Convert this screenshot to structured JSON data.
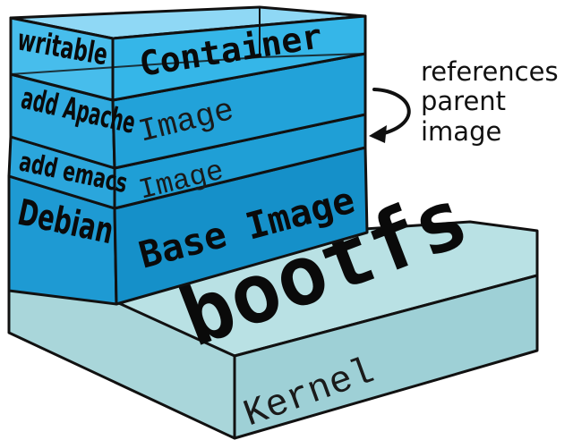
{
  "layers": {
    "container": {
      "side_label": "writable",
      "front_label": "Container"
    },
    "apache": {
      "side_label": "add Apache",
      "front_label": "Image"
    },
    "emacs": {
      "side_label": "add emacs",
      "front_label": "Image"
    },
    "base": {
      "side_label": "Debian",
      "front_label": "Base Image"
    },
    "bootfs": {
      "top_label": "bootfs",
      "front_label": "Kernel"
    }
  },
  "annotation": {
    "lines": [
      "references",
      "parent",
      "image"
    ]
  },
  "colors": {
    "container_top": "#8fd8f5",
    "container_front": "#35b6e8",
    "image_front": "#1f9fd6",
    "base_front": "#1590c9",
    "bootfs_top": "#b9e1e4",
    "kernel_front": "#9ed0d6",
    "outline": "#111111"
  }
}
